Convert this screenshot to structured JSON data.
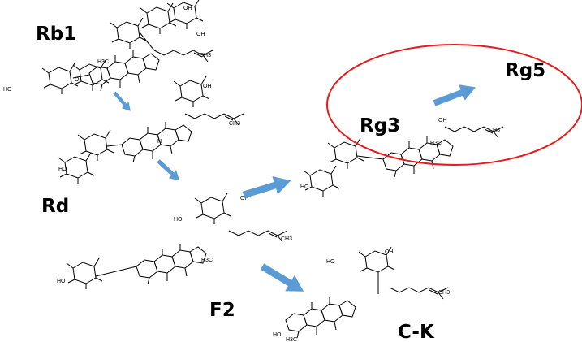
{
  "compounds": {
    "rb1": "Rb1",
    "rd": "Rd",
    "rg3": "Rg3",
    "rg5": "Rg5",
    "f2": "F2",
    "ck": "C-K"
  },
  "atom_labels": {
    "oh": "OH",
    "ho": "HO",
    "o": "O",
    "h": "H",
    "ch3": "CH3",
    "h3c": "H3C"
  },
  "colors": {
    "arrow": "#5b9bd5",
    "highlight": "#e8191c",
    "ink": "#000000"
  },
  "icons": {
    "arrow": "block-arrow",
    "ring": "ellipse-outline"
  }
}
